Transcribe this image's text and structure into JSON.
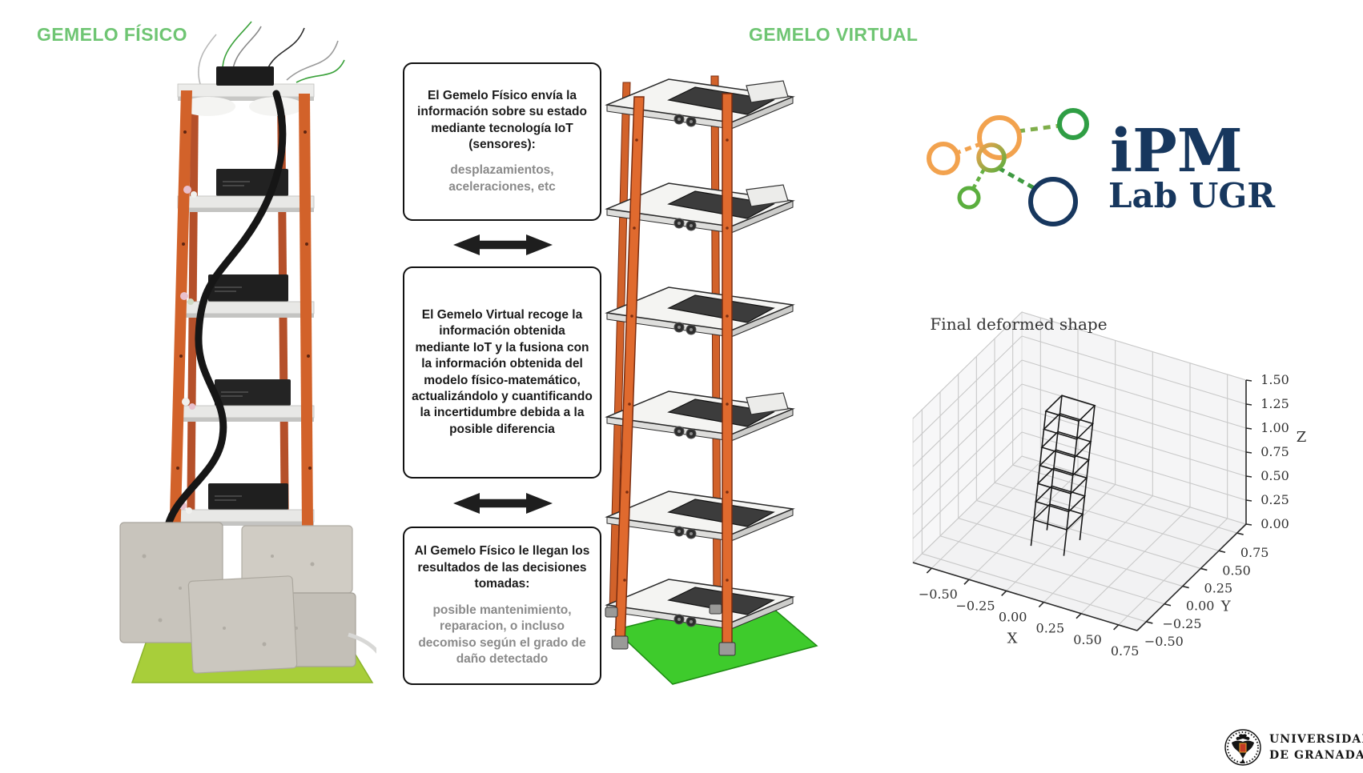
{
  "headings": {
    "physical": "GEMELO FÍSICO",
    "virtual": "GEMELO VIRTUAL"
  },
  "colors": {
    "heading_green": "#6FC573",
    "frame_orange": "#D2622A",
    "virtual_base_green": "#3ECB2C",
    "physical_base_green": "#A8CE3A",
    "arrow_black": "#1E1E1E",
    "logo_navy": "#17375E",
    "logo_orange": "#F2A24E",
    "logo_green": "#2F9E44",
    "box_text": "#1B1B1B",
    "box_text_gray": "#8A8A8A"
  },
  "flow_boxes": [
    {
      "primary": "El Gemelo Físico envía la información sobre su estado mediante tecnología IoT (sensores):",
      "secondary": "desplazamientos, aceleraciones, etc"
    },
    {
      "primary": "El Gemelo Virtual recoge la información obtenida mediante IoT y la fusiona con la información obtenida del modelo físico-matemático, actualizándolo y cuantificando la incertidumbre debida a la posible diferencia",
      "secondary": ""
    },
    {
      "primary": "Al Gemelo Físico le llegan los resultados de las decisiones tomadas:",
      "secondary": "posible mantenimiento, reparacion, o incluso decomiso según el grado de daño detectado"
    }
  ],
  "logo": {
    "title": "iPM",
    "subtitle": "Lab UGR"
  },
  "university": {
    "line1": "UNIVERSIDAD",
    "line2": "DE GRANADA"
  },
  "chart_data": {
    "type": "line3d_wireframe",
    "title": "Final deformed shape",
    "xlabel": "X",
    "ylabel": "Y",
    "zlabel": "Z",
    "xlim": [
      -0.625,
      0.875
    ],
    "ylim": [
      -0.625,
      0.875
    ],
    "zlim": [
      0,
      1.5
    ],
    "grid": true,
    "legend": false,
    "xticks": [
      {
        "v": -0.5,
        "label": "−0.50"
      },
      {
        "v": -0.25,
        "label": "−0.25"
      },
      {
        "v": 0.0,
        "label": "0.00"
      },
      {
        "v": 0.25,
        "label": "0.25"
      },
      {
        "v": 0.5,
        "label": "0.50"
      },
      {
        "v": 0.75,
        "label": "0.75"
      }
    ],
    "yticks": [
      {
        "v": -0.5,
        "label": "−0.50"
      },
      {
        "v": -0.25,
        "label": "−0.25"
      },
      {
        "v": 0.0,
        "label": "0.00"
      },
      {
        "v": 0.25,
        "label": "0.25"
      },
      {
        "v": 0.5,
        "label": "0.50"
      },
      {
        "v": 0.75,
        "label": "0.75"
      }
    ],
    "zticks": [
      {
        "v": 0.0,
        "label": "0.00"
      },
      {
        "v": 0.25,
        "label": "0.25"
      },
      {
        "v": 0.5,
        "label": "0.50"
      },
      {
        "v": 0.75,
        "label": "0.75"
      },
      {
        "v": 1.0,
        "label": "1.00"
      },
      {
        "v": 1.25,
        "label": "1.25"
      },
      {
        "v": 1.5,
        "label": "1.50"
      }
    ],
    "tower": {
      "center_x": 0.0,
      "center_y": 0.05,
      "half_width": 0.11,
      "leg_bottom_z": 0,
      "level_z": [
        0.28,
        0.475,
        0.67,
        0.865,
        1.06,
        1.255,
        1.45
      ],
      "lean_x_top": 0.1
    }
  }
}
